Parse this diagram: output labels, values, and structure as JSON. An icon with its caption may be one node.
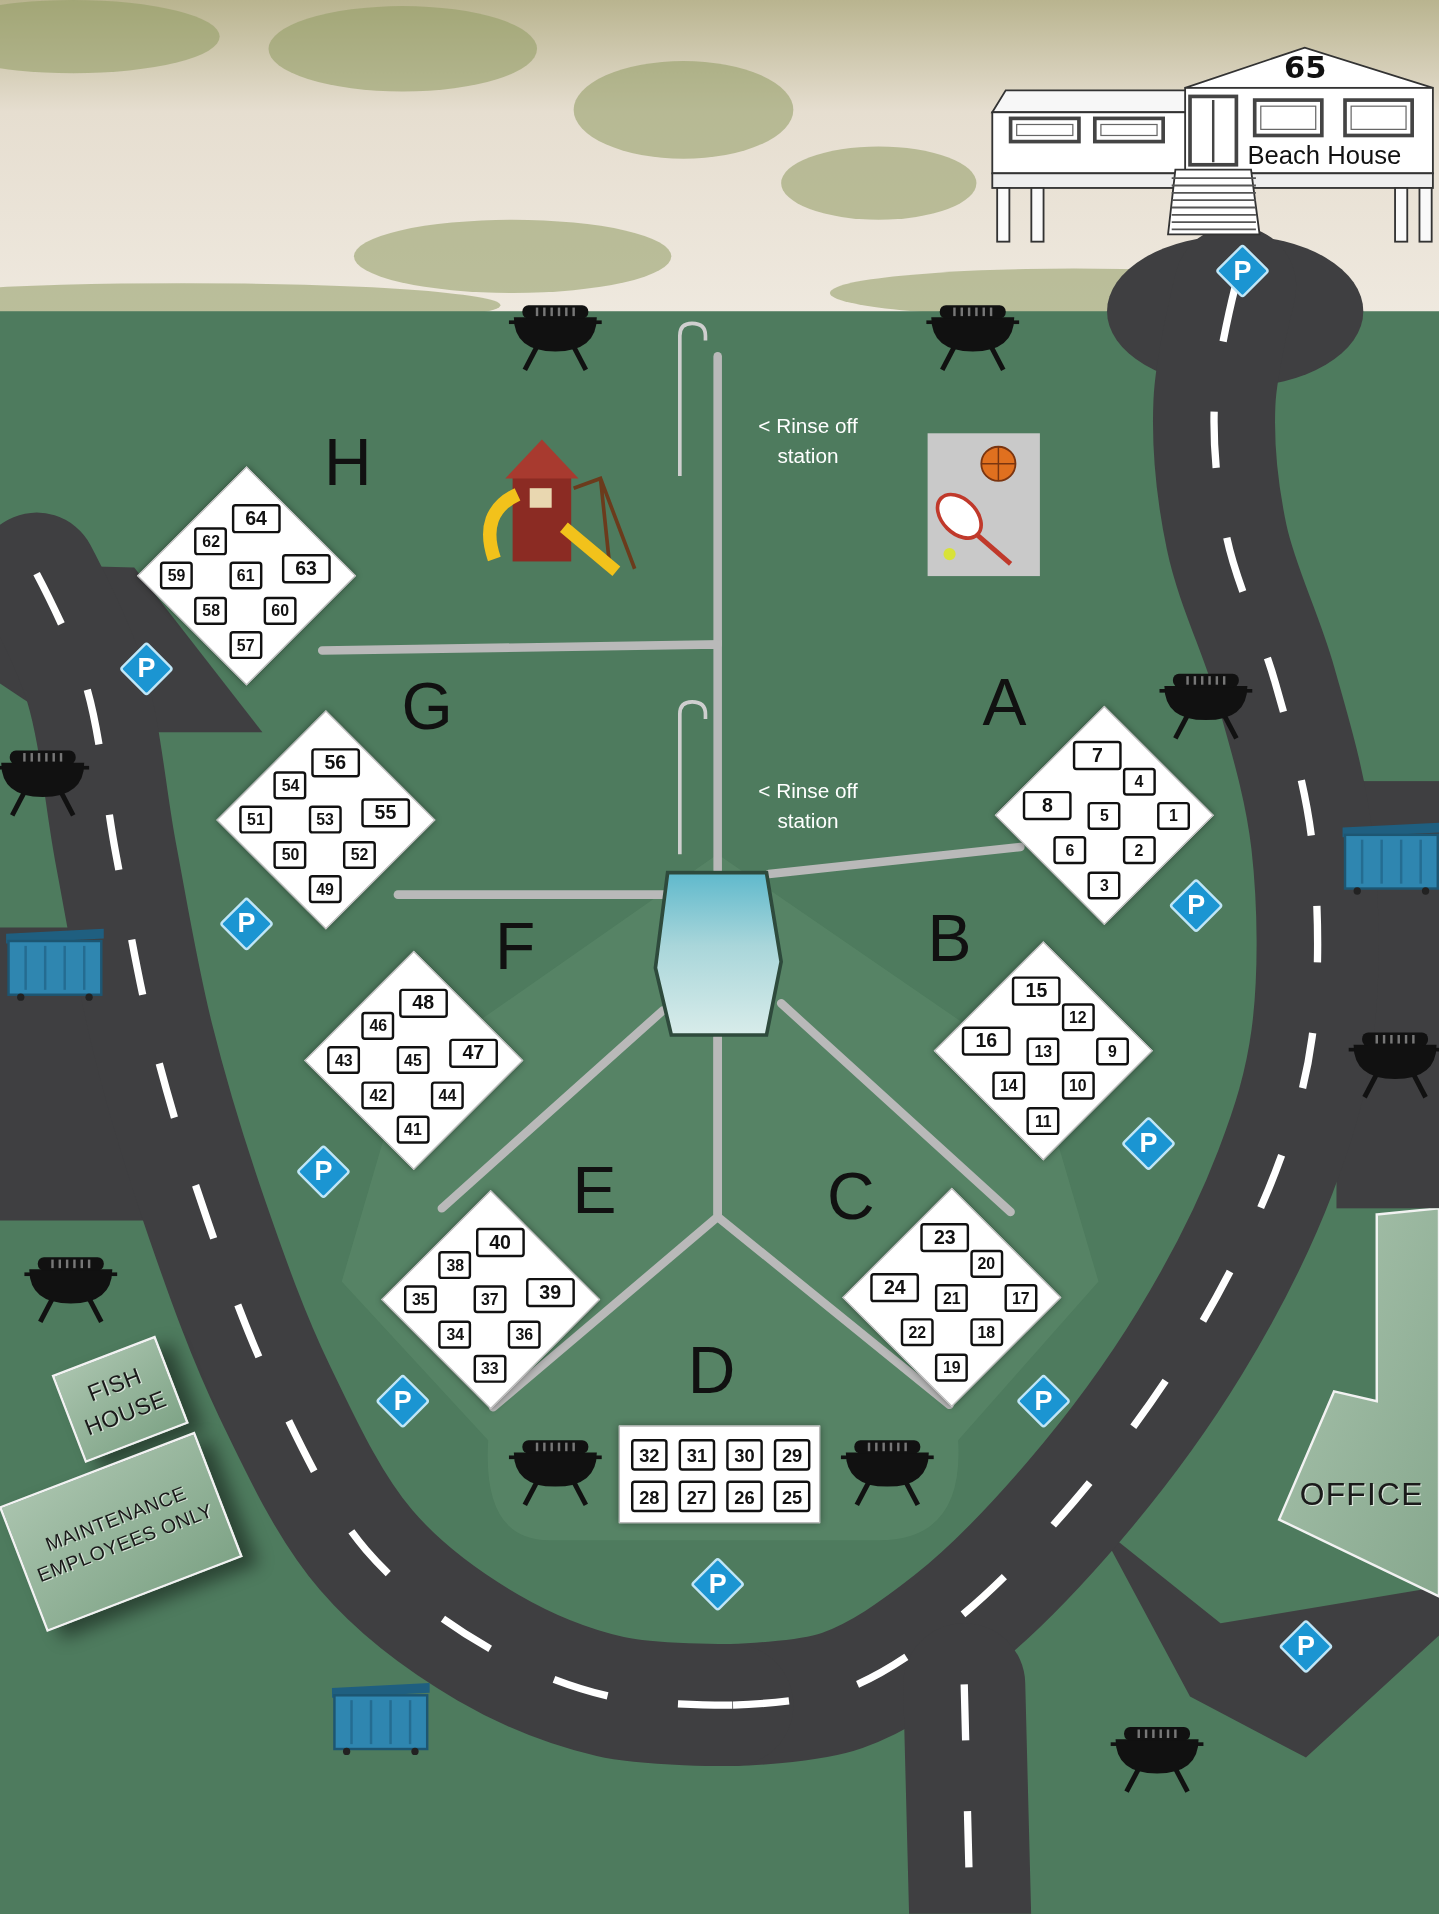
{
  "diagram": {
    "nodes": [
      {
        "text": [
          "65",
          "Beach House"
        ]
      },
      {
        "text": [
          "H"
        ]
      },
      {
        "text": [
          "64"
        ],
        "in": 1
      },
      {
        "text": [
          "63"
        ],
        "in": 1
      },
      {
        "text": [
          "62"
        ],
        "in": 1
      },
      {
        "text": [
          "61"
        ],
        "in": 1
      },
      {
        "text": [
          "60"
        ],
        "in": 1
      },
      {
        "text": [
          "59"
        ],
        "in": 1
      },
      {
        "text": [
          "58"
        ],
        "in": 1
      },
      {
        "text": [
          "57"
        ],
        "in": 1
      },
      {
        "text": [
          "G"
        ]
      },
      {
        "text": [
          "56"
        ],
        "in": 10
      },
      {
        "text": [
          "55"
        ],
        "in": 10
      },
      {
        "text": [
          "54"
        ],
        "in": 10
      },
      {
        "text": [
          "53"
        ],
        "in": 10
      },
      {
        "text": [
          "52"
        ],
        "in": 10
      },
      {
        "text": [
          "51"
        ],
        "in": 10
      },
      {
        "text": [
          "50"
        ],
        "in": 10
      },
      {
        "text": [
          "49"
        ],
        "in": 10
      },
      {
        "text": [
          "A"
        ]
      },
      {
        "text": [
          "8"
        ],
        "in": 19
      },
      {
        "text": [
          "7"
        ],
        "in": 19
      },
      {
        "text": [
          "6"
        ],
        "in": 19
      },
      {
        "text": [
          "5"
        ],
        "in": 19
      },
      {
        "text": [
          "4"
        ],
        "in": 19
      },
      {
        "text": [
          "3"
        ],
        "in": 19
      },
      {
        "text": [
          "2"
        ],
        "in": 19
      },
      {
        "text": [
          "1"
        ],
        "in": 19
      },
      {
        "text": [
          "F"
        ]
      },
      {
        "text": [
          "48"
        ],
        "in": 28
      },
      {
        "text": [
          "47"
        ],
        "in": 28
      },
      {
        "text": [
          "46"
        ],
        "in": 28
      },
      {
        "text": [
          "45"
        ],
        "in": 28
      },
      {
        "text": [
          "44"
        ],
        "in": 28
      },
      {
        "text": [
          "43"
        ],
        "in": 28
      },
      {
        "text": [
          "42"
        ],
        "in": 28
      },
      {
        "text": [
          "41"
        ],
        "in": 28
      },
      {
        "text": [
          "B"
        ]
      },
      {
        "text": [
          "16"
        ],
        "in": 37
      },
      {
        "text": [
          "15"
        ],
        "in": 37
      },
      {
        "text": [
          "14"
        ],
        "in": 37
      },
      {
        "text": [
          "13"
        ],
        "in": 37
      },
      {
        "text": [
          "12"
        ],
        "in": 37
      },
      {
        "text": [
          "11"
        ],
        "in": 37
      },
      {
        "text": [
          "10"
        ],
        "in": 37
      },
      {
        "text": [
          "9"
        ],
        "in": 37
      },
      {
        "text": [
          "E"
        ]
      },
      {
        "text": [
          "40"
        ],
        "in": 46
      },
      {
        "text": [
          "39"
        ],
        "in": 46
      },
      {
        "text": [
          "38"
        ],
        "in": 46
      },
      {
        "text": [
          "37"
        ],
        "in": 46
      },
      {
        "text": [
          "36"
        ],
        "in": 46
      },
      {
        "text": [
          "35"
        ],
        "in": 46
      },
      {
        "text": [
          "34"
        ],
        "in": 46
      },
      {
        "text": [
          "33"
        ],
        "in": 46
      },
      {
        "text": [
          "C"
        ]
      },
      {
        "text": [
          "24"
        ],
        "in": 55
      },
      {
        "text": [
          "23"
        ],
        "in": 55
      },
      {
        "text": [
          "22"
        ],
        "in": 55
      },
      {
        "text": [
          "21"
        ],
        "in": 55
      },
      {
        "text": [
          "20"
        ],
        "in": 55
      },
      {
        "text": [
          "19"
        ],
        "in": 55
      },
      {
        "text": [
          "18"
        ],
        "in": 55
      },
      {
        "text": [
          "17"
        ],
        "in": 55
      },
      {
        "text": [
          "D"
        ]
      },
      {
        "text": [
          "32"
        ],
        "in": 64
      },
      {
        "text": [
          "31"
        ],
        "in": 64
      },
      {
        "text": [
          "30"
        ],
        "in": 64
      },
      {
        "text": [
          "29"
        ],
        "in": 64
      },
      {
        "text": [
          "28"
        ],
        "in": 64
      },
      {
        "text": [
          "27"
        ],
        "in": 64
      },
      {
        "text": [
          "26"
        ],
        "in": 64
      },
      {
        "text": [
          "25"
        ],
        "in": 64
      },
      {
        "text": [],
        "shape": "hexagon"
      },
      {
        "text": [
          "FISH HOUSE"
        ]
      },
      {
        "text": [
          "MAINTENANCE EMPLOYEES ONLY"
        ]
      },
      {
        "text": [
          "OFFICE"
        ]
      },
      {
        "text": [
          "P"
        ]
      },
      {
        "text": [
          "P"
        ]
      },
      {
        "text": [
          "P"
        ]
      },
      {
        "text": [
          "P"
        ]
      },
      {
        "text": [
          "P"
        ]
      },
      {
        "text": [
          "P"
        ]
      },
      {
        "text": [
          "P"
        ]
      },
      {
        "text": [
          "P"
        ]
      },
      {
        "text": [
          "P"
        ]
      },
      {
        "text": [
          "P"
        ]
      }
    ],
    "edges": [
      {
        "from": 1,
        "to": 73,
        "arrow": "none"
      },
      {
        "from": 10,
        "to": 73,
        "arrow": "none"
      },
      {
        "from": 73,
        "to": 19,
        "arrow": "none"
      },
      {
        "from": 73,
        "to": 46,
        "arrow": "none"
      },
      {
        "from": 73,
        "to": 55,
        "arrow": "none"
      }
    ],
    "labels": [
      "< Rinse off station",
      "< Rinse off station"
    ]
  }
}
